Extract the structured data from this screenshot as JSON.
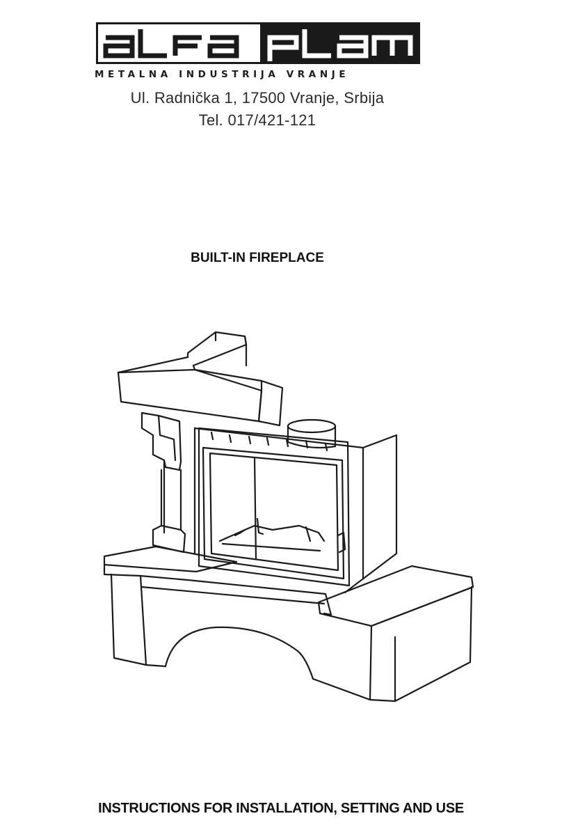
{
  "header": {
    "logo_text": "ALFA PLAM",
    "tagline": "METALNA INDUSTRIJA VRANJE",
    "address": "Ul. Radnička 1, 17500 Vranje, Srbija",
    "phone": "Tel. 017/421-121"
  },
  "document": {
    "title": "BUILT-IN FIREPLACE",
    "subtitle": "INSTRUCTIONS FOR INSTALLATION, SETTING AND USE"
  },
  "illustration": {
    "icon": "fireplace-line-drawing"
  }
}
